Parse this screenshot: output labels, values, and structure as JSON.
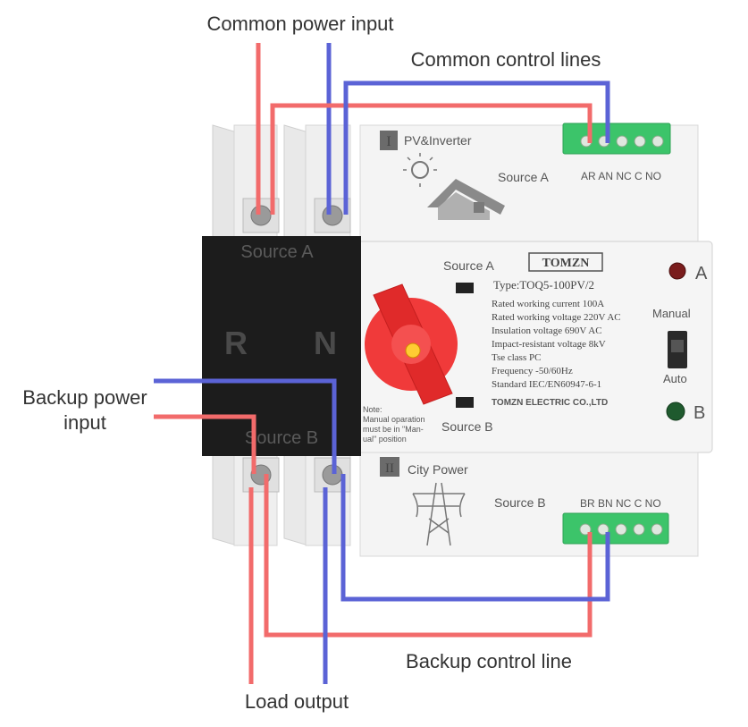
{
  "callouts": {
    "common_power_input": "Common power input",
    "common_control_lines": "Common control lines",
    "backup_power_input_1": "Backup power",
    "backup_power_input_2": "input",
    "backup_control_line": "Backup control line",
    "load_output": "Load output"
  },
  "device": {
    "top_module": {
      "roman": "I",
      "title": "PV&Inverter",
      "source_label": "Source A",
      "terminal_labels": "AR AN NC C NO"
    },
    "bottom_module": {
      "roman": "II",
      "title": "City Power",
      "source_label": "Source B",
      "terminal_labels": "BR BN NC C NO"
    },
    "breaker": {
      "source_a": "Source A",
      "source_b": "Source B",
      "pole_r": "R",
      "pole_n": "N"
    },
    "panel": {
      "source_a": "Source A",
      "source_b": "Source B",
      "brand": "TOMZN",
      "spec_lines": [
        "Type:TOQ5-100PV/2",
        "Rated working current        100A",
        "Rated working voltage 220V AC",
        "Insulation voltage           690V AC",
        "Impact-resistant voltage        8kV",
        "Tse class                              PC",
        "Frequency                   -50/60Hz",
        "Standard           IEC/EN60947-6-1"
      ],
      "company": "TOMZN ELECTRIC CO.,LTD",
      "note_lines": [
        "Note:",
        "Manual oparation",
        "must be in \"Man-",
        "ual\" position"
      ],
      "indicator_a": "A",
      "indicator_b": "B",
      "manual": "Manual",
      "auto": "Auto"
    }
  },
  "colors": {
    "live_wire": "#f26b6b",
    "neutral_wire": "#5b63d6",
    "terminal_green": "#3cc46a",
    "breaker_black": "#1c1c1c",
    "knob_red": "#f03a3a",
    "body_white": "#f2f2f2"
  }
}
